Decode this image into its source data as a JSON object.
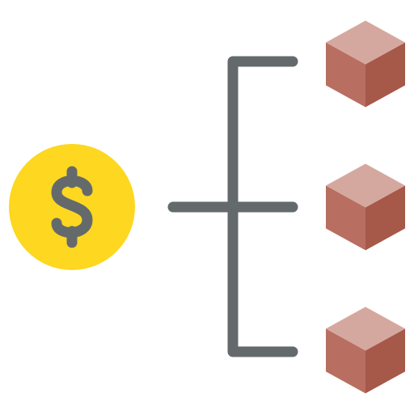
{
  "icon": {
    "coin": {
      "symbol": "$",
      "fill": "#FDD720",
      "symbol_color": "#646A6B"
    },
    "connector_color": "#646A6B",
    "cubes": [
      {
        "name": "cube-top"
      },
      {
        "name": "cube-middle"
      },
      {
        "name": "cube-bottom"
      }
    ],
    "cube_colors": {
      "top": "#D5A89F",
      "left": "#B86E60",
      "right": "#A65849"
    }
  }
}
